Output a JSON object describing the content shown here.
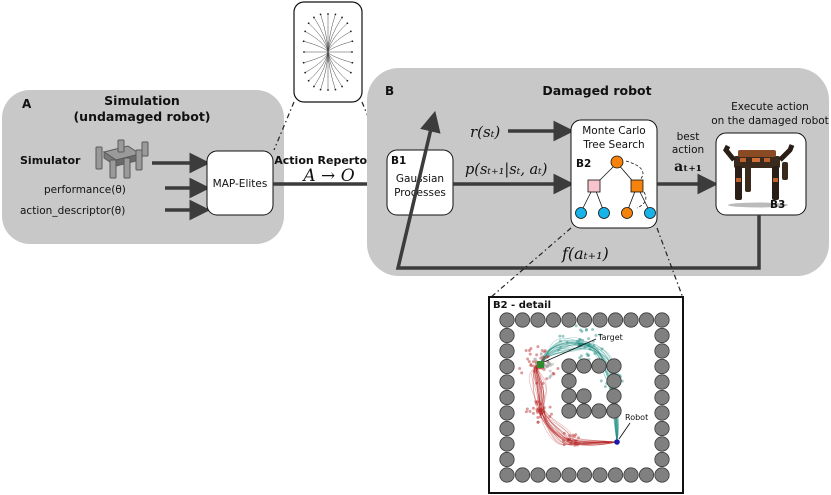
{
  "panel_a": {
    "letter": "A",
    "title_line1": "Simulation",
    "title_line2": "(undamaged robot)",
    "simulator_label": "Simulator",
    "input_performance": "performance(θ)",
    "input_descriptor": "action_descriptor(θ)",
    "map_elites": "MAP-Elites"
  },
  "repertoire": {
    "label": "Action Repertoire",
    "math": "A → O"
  },
  "panel_b": {
    "letter": "B",
    "title": "Damaged robot",
    "b1_tag": "B1",
    "b1_line1": "Gaussian",
    "b1_line2": "Processes",
    "reward": "r(sₜ)",
    "transition": "p(sₜ₊₁|sₜ, aₜ)",
    "b2_tag": "B2",
    "b2_line1": "Monte Carlo",
    "b2_line2": "Tree Search",
    "best_line1": "best",
    "best_line2": "action",
    "best_math": "aₜ₊₁",
    "execute_line1": "Execute action",
    "execute_line2": "on the damaged robot",
    "b3_tag": "B3",
    "feedback": "f(aₜ₊₁)"
  },
  "detail": {
    "title": "B2 - detail",
    "target_label": "Target",
    "robot_label": "Robot"
  },
  "colors": {
    "panel_gray": "#c8c8c8",
    "arrow_dark": "#3c3c3c",
    "tree_orange": "#f5820a",
    "tree_pink": "#f7c3cc",
    "tree_blue": "#18b4e8",
    "path_red": "#b41e1e",
    "path_teal": "#1e8c82",
    "obstacle_gray": "#808080"
  }
}
